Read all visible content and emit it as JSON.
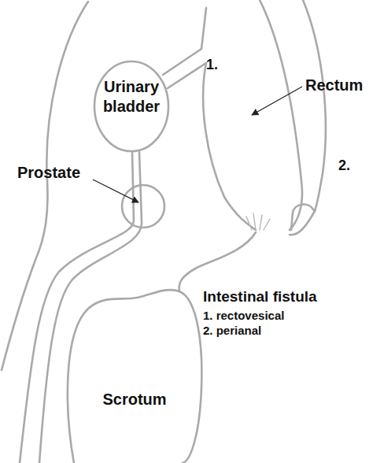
{
  "diagram": {
    "nodes": [
      {
        "text": [
          "Urinary bladder"
        ]
      },
      {
        "text": [
          "Scrotum"
        ]
      }
    ],
    "labels": [
      "1.",
      "Rectum",
      "2.",
      "Prostate",
      "Intestinal fistula",
      "1. rectovesical",
      "2. perianal"
    ]
  }
}
